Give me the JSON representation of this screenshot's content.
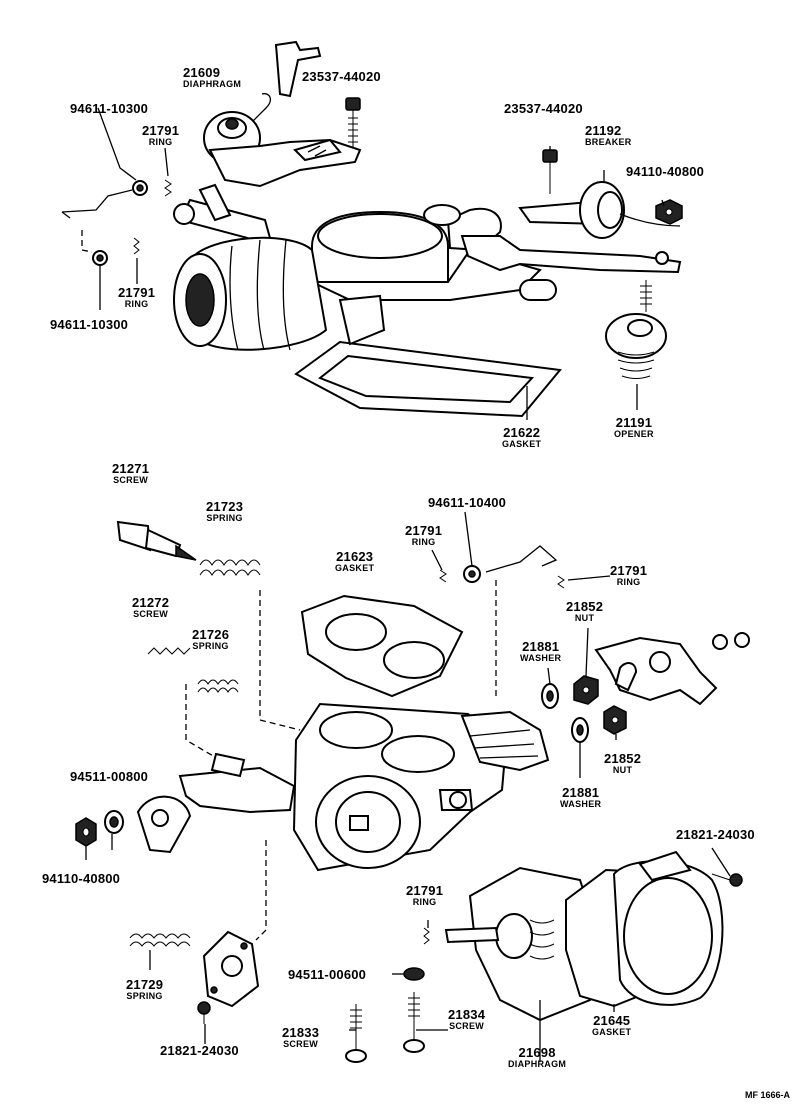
{
  "labels": {
    "diaphragm_upper": {
      "part": "21609",
      "name": "DIAPHRAGM"
    },
    "bolt_upper_left": {
      "part": "23537-44020"
    },
    "washer_upper": {
      "part": "94611-10300"
    },
    "ring_upper": {
      "part": "21791",
      "name": "RING"
    },
    "bolt_upper_right": {
      "part": "23537-44020"
    },
    "breaker": {
      "part": "21192",
      "name": "BREAKER"
    },
    "nut_upper_right": {
      "part": "94110-40800"
    },
    "ring_left_mid": {
      "part": "21791",
      "name": "RING"
    },
    "washer_left_mid": {
      "part": "94611-10300"
    },
    "gasket_upper": {
      "part": "21622",
      "name": "GASKET"
    },
    "opener": {
      "part": "21191",
      "name": "OPENER"
    },
    "screw_21271": {
      "part": "21271",
      "name": "SCREW"
    },
    "spring_21723": {
      "part": "21723",
      "name": "SPRING"
    },
    "washer_10400": {
      "part": "94611-10400"
    },
    "ring_center": {
      "part": "21791",
      "name": "RING"
    },
    "gasket_21623": {
      "part": "21623",
      "name": "GASKET"
    },
    "ring_right": {
      "part": "21791",
      "name": "RING"
    },
    "screw_21272": {
      "part": "21272",
      "name": "SCREW"
    },
    "spring_21726": {
      "part": "21726",
      "name": "SPRING"
    },
    "nut_21852_top": {
      "part": "21852",
      "name": "NUT"
    },
    "washer_21881_top": {
      "part": "21881",
      "name": "WASHER"
    },
    "nut_21852_bottom": {
      "part": "21852",
      "name": "NUT"
    },
    "washer_21881_bottom": {
      "part": "21881",
      "name": "WASHER"
    },
    "washer_00800": {
      "part": "94511-00800"
    },
    "nut_40800_left": {
      "part": "94110-40800"
    },
    "screw_24030_right": {
      "part": "21821-24030"
    },
    "ring_lower": {
      "part": "21791",
      "name": "RING"
    },
    "spring_21729": {
      "part": "21729",
      "name": "SPRING"
    },
    "washer_00600": {
      "part": "94511-00600"
    },
    "screw_24030_bottom": {
      "part": "21821-24030"
    },
    "screw_21833": {
      "part": "21833",
      "name": "SCREW"
    },
    "screw_21834": {
      "part": "21834",
      "name": "SCREW"
    },
    "diaphragm_lower": {
      "part": "21698",
      "name": "DIAPHRAGM"
    },
    "gasket_21645": {
      "part": "21645",
      "name": "GASKET"
    }
  },
  "diagram_code": "MF 1666-A"
}
